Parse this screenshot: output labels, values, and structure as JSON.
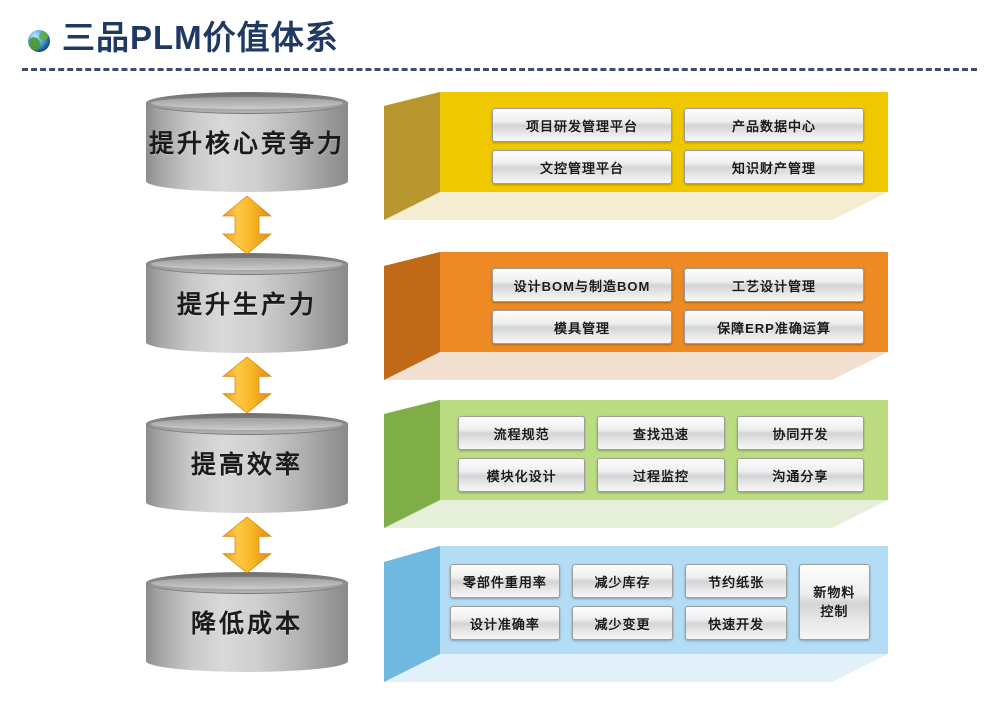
{
  "header": {
    "icon": "globe-icon",
    "title": "三品PLM价值体系"
  },
  "colors": {
    "title": "#1F3864",
    "rule": "#3B4F6B",
    "arrow_light": "#FFC845",
    "arrow_dark": "#E3931E",
    "yellow_front": "#F0C800",
    "yellow_side": "#B8962E",
    "yellow_top": "#D9B720",
    "orange_front": "#EE8A23",
    "orange_side": "#C06A18",
    "orange_top": "#D97A1E",
    "green_front": "#BCDC82",
    "green_side": "#7FAE46",
    "green_top": "#93C14E",
    "blue_front": "#B3DCF5",
    "blue_side": "#6FB8E0",
    "blue_top": "#8FCBEC",
    "cylinder": "#BDBDBD"
  },
  "levels": [
    {
      "id": "core-competitiveness",
      "cylinder_label": "提升核心竞争力",
      "slab_color": "yellow",
      "columns": 2,
      "items": [
        {
          "label": "项目研发管理平台"
        },
        {
          "label": "产品数据中心"
        },
        {
          "label": "文控管理平台"
        },
        {
          "label": "知识财产管理"
        }
      ]
    },
    {
      "id": "productivity",
      "cylinder_label": "提升生产力",
      "slab_color": "orange",
      "columns": 2,
      "items": [
        {
          "label": "设计BOM与制造BOM"
        },
        {
          "label": "工艺设计管理"
        },
        {
          "label": "模具管理"
        },
        {
          "label": "保障ERP准确运算"
        }
      ]
    },
    {
      "id": "efficiency",
      "cylinder_label": "提高效率",
      "slab_color": "green",
      "columns": 3,
      "items": [
        {
          "label": "流程规范"
        },
        {
          "label": "查找迅速"
        },
        {
          "label": "协同开发"
        },
        {
          "label": "模块化设计"
        },
        {
          "label": "过程监控"
        },
        {
          "label": "沟通分享"
        }
      ]
    },
    {
      "id": "cost-reduction",
      "cylinder_label": "降低成本",
      "slab_color": "blue",
      "columns": 4,
      "items": [
        {
          "label": "零部件重用率"
        },
        {
          "label": "减少库存"
        },
        {
          "label": "节约纸张"
        },
        {
          "label": "新物料",
          "label2": "控制",
          "tall": true
        },
        {
          "label": "设计准确率"
        },
        {
          "label": "减少变更"
        },
        {
          "label": "快速开发"
        }
      ]
    }
  ],
  "arrows": [
    {
      "name": "arrow-core-to-productivity",
      "direction": "double-vertical"
    },
    {
      "name": "arrow-productivity-to-efficiency",
      "direction": "double-vertical"
    },
    {
      "name": "arrow-efficiency-to-cost",
      "direction": "double-vertical"
    }
  ]
}
